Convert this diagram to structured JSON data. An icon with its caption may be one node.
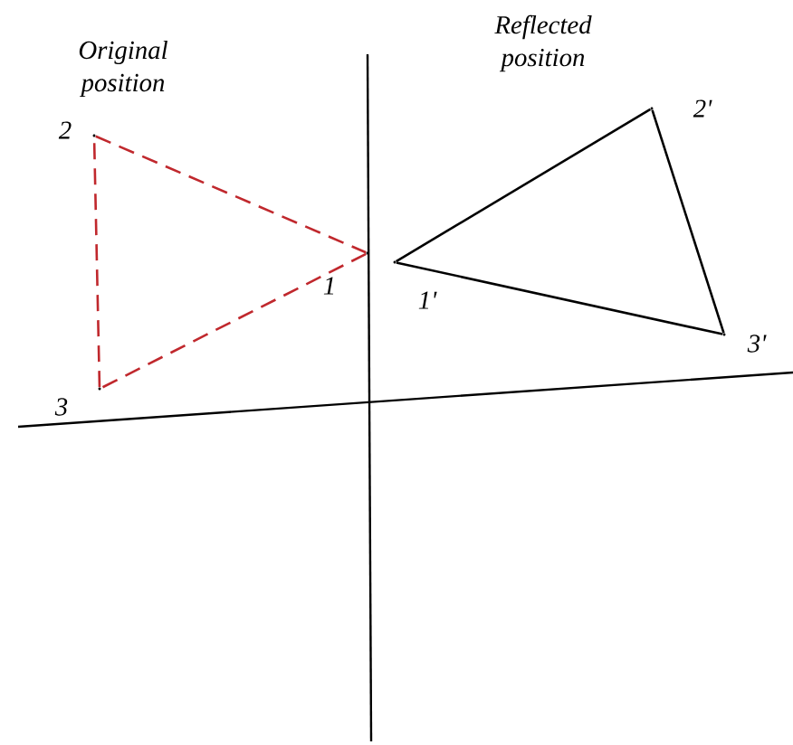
{
  "diagram": {
    "nodes": [
      {
        "text": [],
        "shape": "point",
        "beside": [
          "2"
        ]
      },
      {
        "text": [],
        "shape": "point",
        "beside": [
          "1"
        ]
      },
      {
        "text": [],
        "shape": "point",
        "beside": [
          "3"
        ]
      },
      {
        "text": [],
        "shape": "point",
        "beside": [
          "2'"
        ]
      },
      {
        "text": [],
        "shape": "point",
        "beside": [
          "1'"
        ]
      },
      {
        "text": [],
        "shape": "point",
        "beside": [
          "3'"
        ]
      }
    ],
    "edges": [
      {
        "from": 0,
        "to": 1,
        "arrow": "none",
        "style": "dashed",
        "color": "#c0282d"
      },
      {
        "from": 1,
        "to": 2,
        "arrow": "none",
        "style": "dashed",
        "color": "#c0282d"
      },
      {
        "from": 2,
        "to": 0,
        "arrow": "none",
        "style": "dashed",
        "color": "#c0282d"
      },
      {
        "from": 4,
        "to": 3,
        "arrow": "none",
        "color": "#000000"
      },
      {
        "from": 3,
        "to": 5,
        "arrow": "none",
        "color": "#000000"
      },
      {
        "from": 5,
        "to": 4,
        "arrow": "none",
        "color": "#000000"
      }
    ],
    "labels": [
      "Original position",
      "Reflected position"
    ]
  }
}
